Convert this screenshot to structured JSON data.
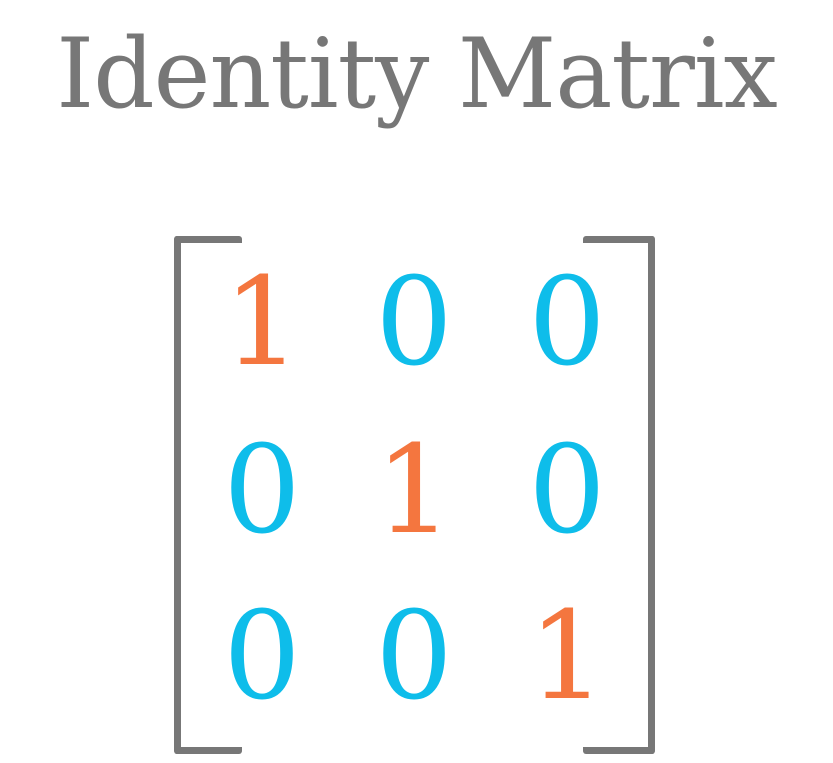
{
  "title": "Identity Matrix",
  "colors": {
    "title": "#777777",
    "bracket": "#777777",
    "diagonal": "#f4763f",
    "off_diagonal": "#0ebdea"
  },
  "matrix": [
    [
      "1",
      "0",
      "0"
    ],
    [
      "0",
      "1",
      "0"
    ],
    [
      "0",
      "0",
      "1"
    ]
  ]
}
